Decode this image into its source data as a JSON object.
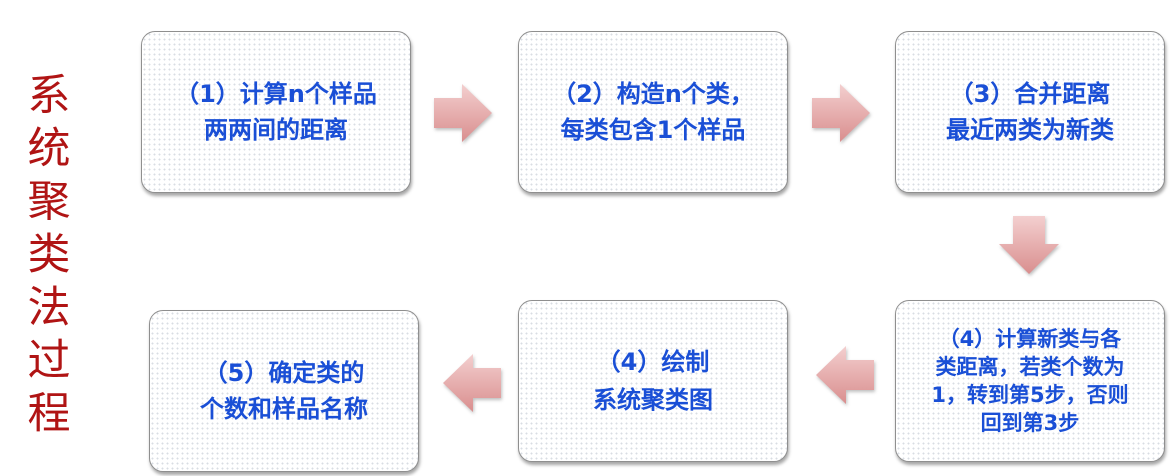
{
  "title": {
    "text": "系统聚类法过程",
    "chars": [
      "系",
      "统",
      "聚",
      "类",
      "法",
      "过",
      "程"
    ],
    "color": "#b01414"
  },
  "steps": [
    {
      "id": "step1",
      "lines": [
        "（1）计算n个样品",
        "两两间的距离"
      ]
    },
    {
      "id": "step2",
      "lines": [
        "（2）构造n个类，",
        "每类包含1个样品"
      ]
    },
    {
      "id": "step3",
      "lines": [
        "（3）合并距离",
        "最近两类为新类"
      ]
    },
    {
      "id": "step4",
      "lines": [
        "（4）计算新类与各",
        "类距离，若类个数为",
        "1，转到第5步，否则",
        "回到第3步"
      ]
    },
    {
      "id": "step4b",
      "lines": [
        "（4）绘制",
        "系统聚类图"
      ]
    },
    {
      "id": "step5",
      "lines": [
        "（5）确定类的",
        "个数和样品名称"
      ]
    }
  ],
  "arrows": [
    {
      "direction": "right",
      "from": "step1",
      "to": "step2"
    },
    {
      "direction": "right",
      "from": "step2",
      "to": "step3"
    },
    {
      "direction": "down",
      "from": "step3",
      "to": "step4"
    },
    {
      "direction": "left",
      "from": "step4",
      "to": "step4b"
    },
    {
      "direction": "left",
      "from": "step4b",
      "to": "step5"
    }
  ],
  "colors": {
    "text": "#1a4fd6",
    "arrow_top": "#f2c9c9",
    "arrow_bottom": "#d98f8f",
    "box_border": "#8f8f8f"
  }
}
